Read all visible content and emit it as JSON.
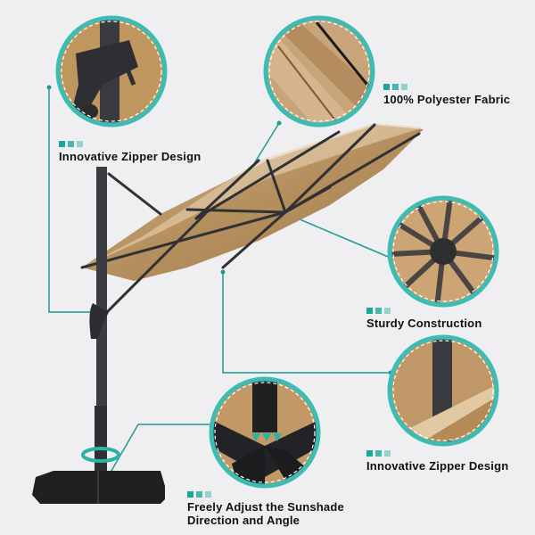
{
  "colors": {
    "accent_teal": "#3dbcb4",
    "connector_teal": "#1f9a91",
    "canopy_tan": "#b58f5e",
    "frame_dark": "#3a3b3e",
    "background": "#efeff1"
  },
  "features": [
    {
      "id": "crank",
      "label": "Innovative Zipper Design",
      "icon": "crank-handle-icon"
    },
    {
      "id": "fabric",
      "label": "100% Polyester Fabric",
      "icon": "fabric-texture-icon"
    },
    {
      "id": "hub",
      "label": "Sturdy Construction",
      "icon": "rib-hub-icon"
    },
    {
      "id": "zipper",
      "label": "Innovative Zipper Design",
      "icon": "canopy-edge-icon"
    },
    {
      "id": "base",
      "label_line1": "Freely Adjust the Sunshade",
      "label_line2": "Direction and Angle",
      "icon": "base-cross-icon"
    }
  ]
}
